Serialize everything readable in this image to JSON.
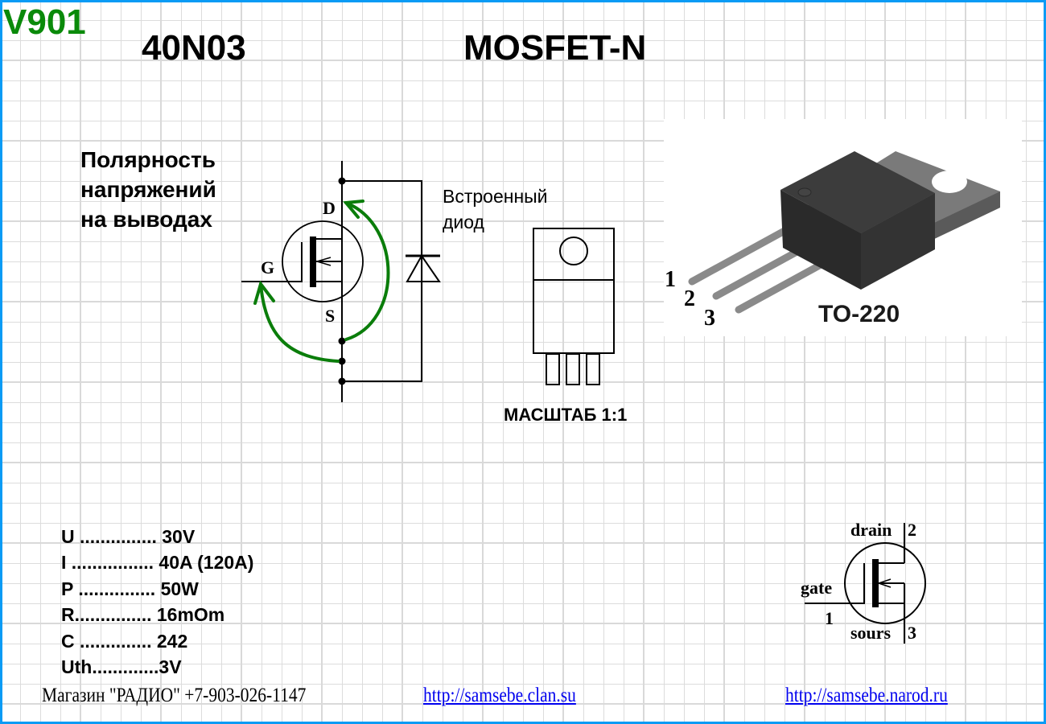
{
  "header": {
    "code": "V901",
    "part_number": "40N03",
    "device_type": "MOSFET-N"
  },
  "polarity_section": {
    "title_lines": [
      "Полярность",
      "напряжений",
      "на выводах"
    ],
    "pin_labels": {
      "drain": "D",
      "gate": "G",
      "source": "S"
    },
    "diode_label_lines": [
      "Встроенный",
      "диод"
    ],
    "arrow_color": "#0a7d0a"
  },
  "outline": {
    "scale_label": "МАСШТАБ 1:1"
  },
  "package": {
    "name": "TO-220",
    "pins": [
      "1",
      "2",
      "3"
    ]
  },
  "specs": [
    {
      "param": "U",
      "dots": " ...............",
      "value": " 30V"
    },
    {
      "param": "I",
      "dots": " ................",
      "value": " 40A (120A)"
    },
    {
      "param": "P",
      "dots": " ...............",
      "value": " 50W"
    },
    {
      "param": "R",
      "dots": "...............",
      "value": " 16mOm"
    },
    {
      "param": "C",
      "dots": " ..............",
      "value": " 242"
    },
    {
      "param": "Uth",
      "dots": ".............",
      "value": "3V"
    }
  ],
  "symbol": {
    "drain_label": "drain",
    "drain_pin": "2",
    "gate_label": "gate",
    "gate_pin": "1",
    "source_label": "sours",
    "source_pin": "3"
  },
  "footer": {
    "shop": "Магазин \"РАДИО\" +7-903-026-1147",
    "link1": "http://samsebe.clan.su",
    "link2": "http://samsebe.narod.ru"
  },
  "colors": {
    "frame": "#0a9bf5",
    "code": "#0a8a0a",
    "link": "#0000ee"
  }
}
